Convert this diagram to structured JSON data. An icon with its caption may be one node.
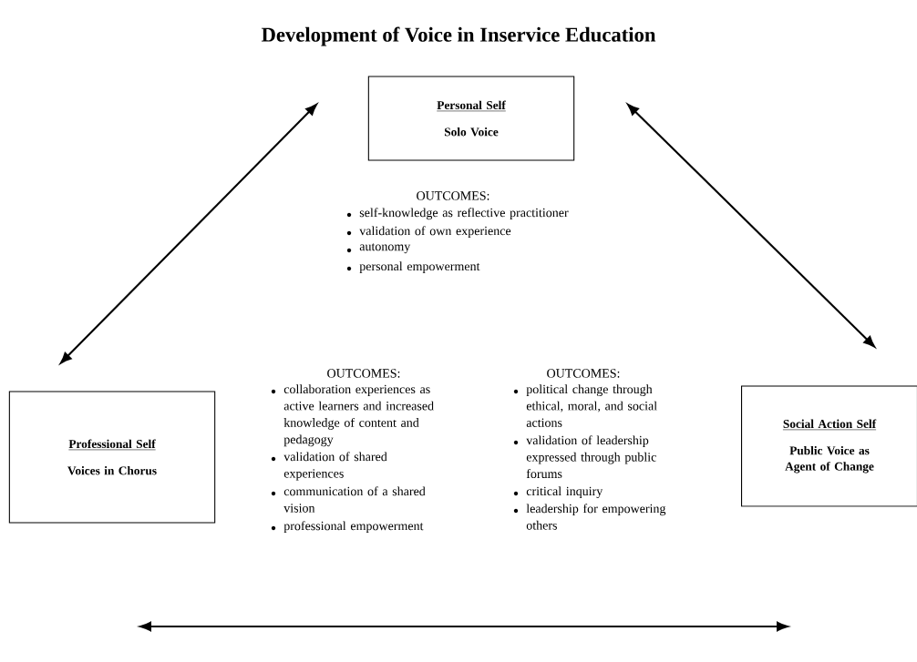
{
  "diagram": {
    "title": "Development of Voice in Inservice Education",
    "nodes": [
      {
        "text": [
          "Personal Self",
          "Solo Voice"
        ]
      },
      {
        "text": [
          "Professional Self",
          "Voices in Chorus"
        ]
      },
      {
        "text": [
          "Social Action Self",
          "Public Voice as Agent of Change"
        ]
      }
    ],
    "edges": [
      {
        "from": 0,
        "to": 1,
        "arrow": "both"
      },
      {
        "from": 0,
        "to": 2,
        "arrow": "both"
      }
    ],
    "labels": [
      "OUTCOMES:",
      "self-knowledge as reflective practitioner",
      "validation of own experience",
      "autonomy",
      "personal empowerment",
      "OUTCOMES:",
      "collaboration experiences as active learners and increased knowledge of content and pedagogy",
      "validation of shared experiences",
      "communication of a shared vision",
      "professional empowerment",
      "OUTCOMES:",
      "political change through ethical, moral, and social actions",
      "validation of leadership expressed through public forums",
      "critical inquiry",
      "leadership for empowering others"
    ]
  }
}
